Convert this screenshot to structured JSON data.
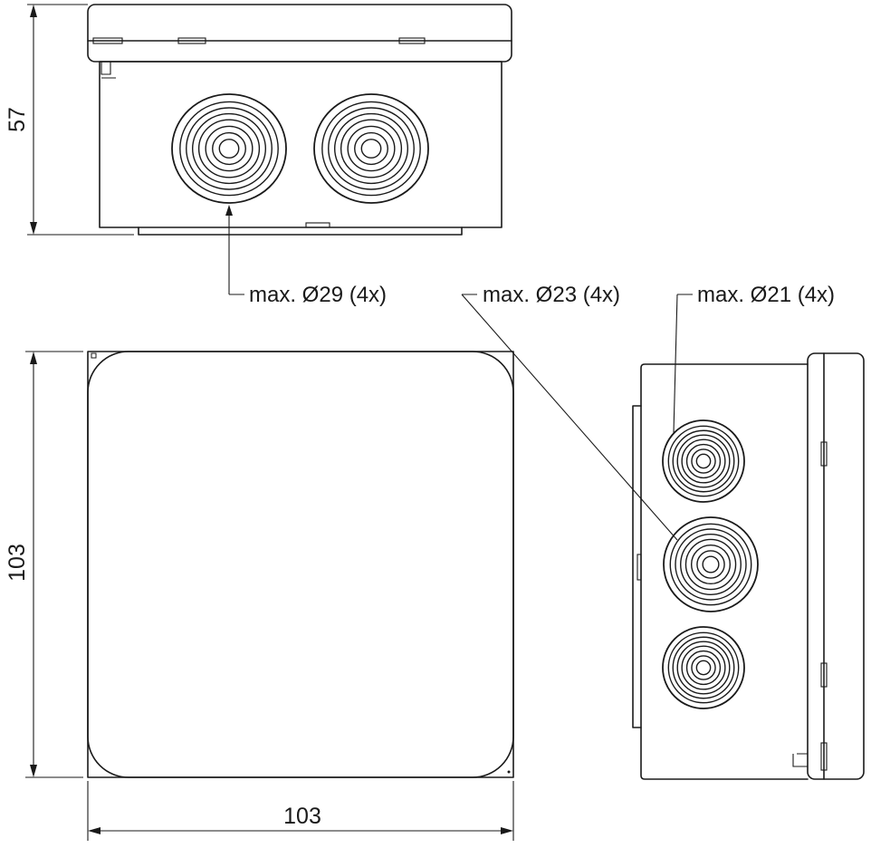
{
  "dimensions": {
    "height_front": "57",
    "height_top": "103",
    "width_top": "103"
  },
  "labels": {
    "gland_large": "max. Ø29 (4x)",
    "gland_medium": "max. Ø23 (4x)",
    "gland_small": "max. Ø21 (4x)"
  }
}
